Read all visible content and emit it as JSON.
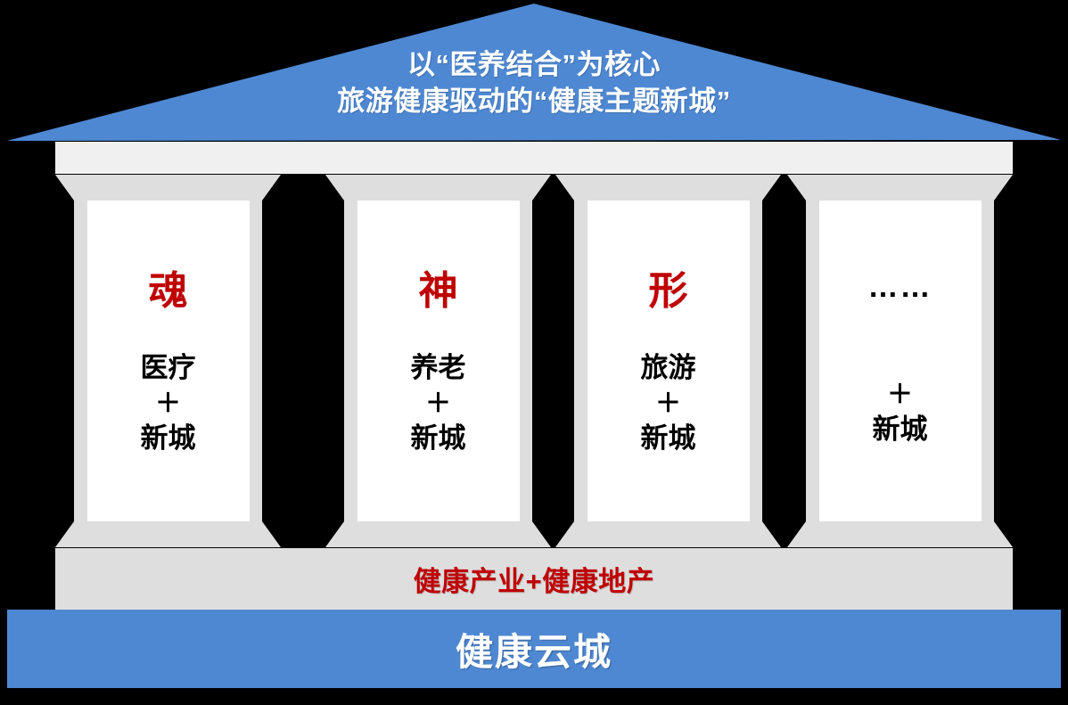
{
  "diagram": {
    "kind": "temple-pillars-diagram",
    "colors": {
      "roof_blue": "#4e88d3",
      "base_blue": "#4e88d3",
      "accent_red": "#C00000",
      "architrave_gray": "#f0f0f0",
      "column_gray": "#dedede",
      "column_face_white": "#ffffff",
      "background_black": "#000000"
    }
  },
  "roof": {
    "title_line1": "以“医养结合”为核心",
    "title_line2": "旅游健康驱动的“健康主题新城”"
  },
  "architrave": {
    "label": ""
  },
  "columns": [
    {
      "keyword": "魂",
      "keyword_kind": "character",
      "formula_top": "医疗",
      "formula_plus": "＋",
      "formula_bottom": "新城"
    },
    {
      "keyword": "神",
      "keyword_kind": "character",
      "formula_top": "养老",
      "formula_plus": "＋",
      "formula_bottom": "新城"
    },
    {
      "keyword": "形",
      "keyword_kind": "character",
      "formula_top": "旅游",
      "formula_plus": "＋",
      "formula_bottom": "新城"
    },
    {
      "keyword": "……",
      "keyword_kind": "ellipsis",
      "formula_top": "",
      "formula_plus": "＋",
      "formula_bottom": "新城"
    }
  ],
  "stylobate": {
    "label": "健康产业+健康地产"
  },
  "base": {
    "label": "健康云城"
  }
}
